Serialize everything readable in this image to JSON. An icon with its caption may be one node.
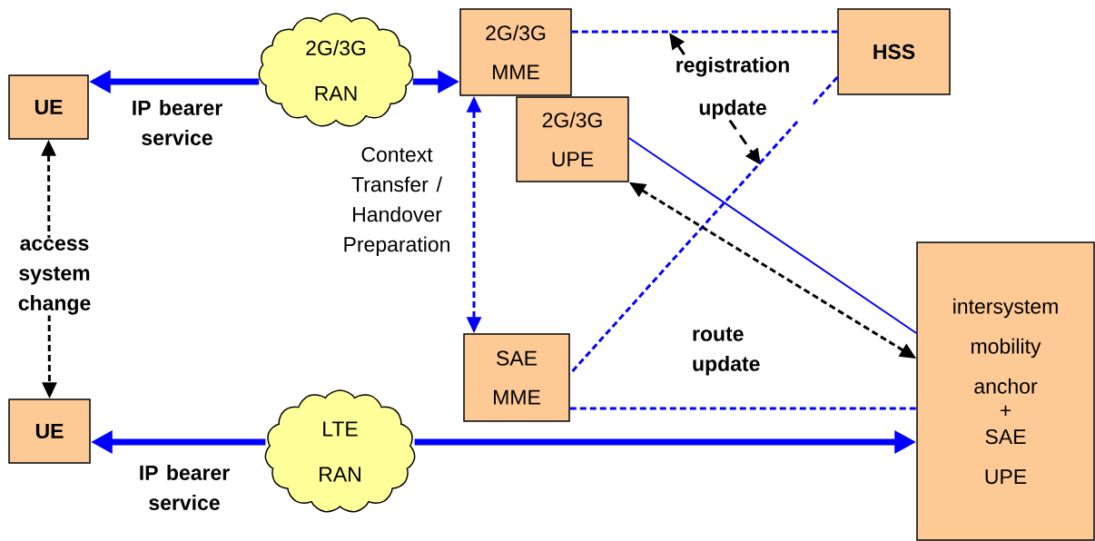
{
  "diagram": {
    "nodes": [
      {
        "text": [
          "UE"
        ]
      },
      {
        "text": [
          "2G/3G RAN"
        ]
      },
      {
        "text": [
          "2G/3G MME"
        ]
      },
      {
        "text": [
          "2G/3G UPE"
        ]
      },
      {
        "text": [
          "HSS"
        ]
      },
      {
        "text": [
          "UE"
        ]
      },
      {
        "text": [
          "LTE RAN"
        ]
      },
      {
        "text": [
          "SAE MME"
        ]
      },
      {
        "text": [
          "intersystem mobility anchor",
          "+",
          "SAE UPE"
        ]
      }
    ],
    "edges": [
      {
        "from": 1,
        "to": 0,
        "arrow": "to",
        "label": "IP bearer service",
        "style": "thick"
      },
      {
        "from": 1,
        "to": 2,
        "arrow": "to",
        "style": "thick"
      },
      {
        "from": 6,
        "to": 5,
        "arrow": "to",
        "label": "IP bearer service",
        "style": "thick"
      },
      {
        "from": 6,
        "to": 8,
        "arrow": "to",
        "style": "thick"
      },
      {
        "from": 0,
        "to": 5,
        "arrow": "both",
        "label": "access system change",
        "style": "dashed",
        "color": "#000000"
      },
      {
        "from": 2,
        "to": 7,
        "arrow": "both",
        "label": "Context Transfer / Handover Preparation",
        "style": "dashed"
      },
      {
        "from": 2,
        "to": 4,
        "arrow": "none",
        "style": "dashed"
      },
      {
        "from": 4,
        "to": 7,
        "arrow": "none",
        "style": "dashed"
      },
      {
        "from": 3,
        "to": 8,
        "arrow": "none"
      },
      {
        "from": 7,
        "to": 8,
        "arrow": "none",
        "style": "dashed"
      },
      {
        "from": 3,
        "to": 8,
        "arrow": "both",
        "label": "route update",
        "style": "dashed",
        "color": "#000000"
      }
    ],
    "labels": [
      "registration update"
    ]
  }
}
